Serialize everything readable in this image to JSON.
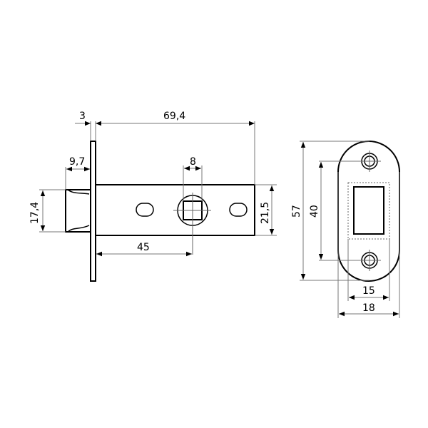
{
  "title": "Latch dimensions drawing",
  "colors": {
    "line": "#000000",
    "dimension_line": "#777777",
    "background": "#ffffff"
  },
  "latch_side_view": {
    "dimensions": {
      "faceplate_thickness": "3",
      "body_length": "69,4",
      "latch_bolt_projection": "9,7",
      "spindle_square": "8",
      "latch_bolt_height": "17,4",
      "backset": "45",
      "body_height": "21,5"
    }
  },
  "strike_plate_view": {
    "dimensions": {
      "overall_height": "57",
      "hole_spacing": "40",
      "recess_width": "15",
      "overall_width": "18"
    }
  }
}
